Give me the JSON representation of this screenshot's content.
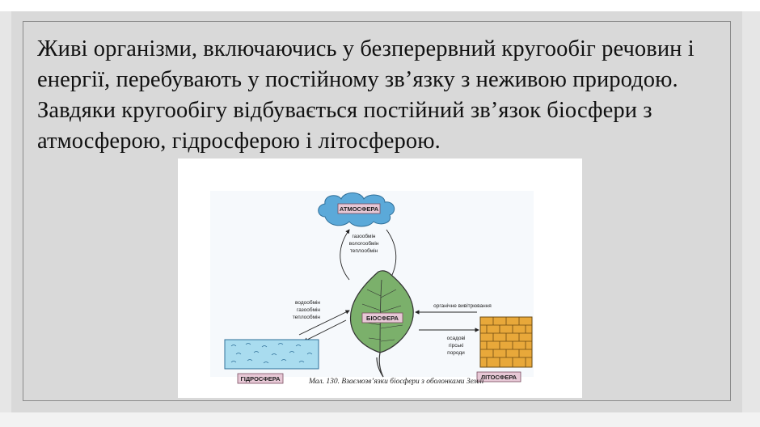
{
  "slide": {
    "text": "Живі організми, включаючись у безперервний кругообіг речовин і енергії, перебувають у постійному зв’язку з неживою природою. Завдяки кругообігу відбувається постійний зв’язок біосфери з атмосферою, гідросферою і літосферою."
  },
  "figure": {
    "atmosphere_label": "АТМОСФЕРА",
    "biosphere_label": "БІОСФЕРА",
    "hydrosphere_label": "ГІДРОСФЕРА",
    "lithosphere_label": "ЛІТОСФЕРА",
    "atmo_exchange": [
      "газообмін",
      "вологообмін",
      "теплообмін"
    ],
    "hydro_exchange": [
      "водообмін",
      "газообмін",
      "теплообмін"
    ],
    "litho_top": "органічне вивітрювання",
    "litho_bottom": [
      "осадові",
      "гірські",
      "породи"
    ],
    "caption_num": "Мал. 130.",
    "caption_text": "Взаємозв’язки біосфери з оболонками Землі"
  },
  "colors": {
    "cloud": "#5ba9d9",
    "leaf": "#7bb06b",
    "water": "#a9dcef",
    "brick": "#e8a83a",
    "label_bg": "#e7c8d6"
  }
}
